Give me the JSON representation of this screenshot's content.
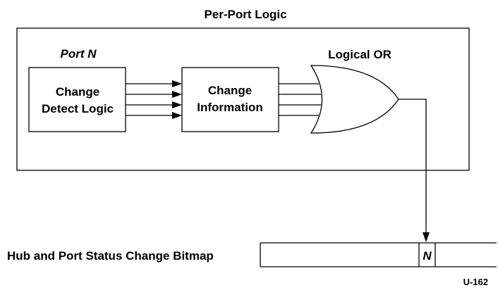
{
  "frame_title": "Per-Port Logic",
  "port_label": "Port N",
  "blocks": {
    "change_detect": {
      "line1": "Change",
      "line2": "Detect Logic"
    },
    "change_info": {
      "line1": "Change",
      "line2": "Information"
    }
  },
  "or_gate_label": "Logical OR",
  "bitmap": {
    "label": "Hub and Port Status Change Bitmap",
    "bit_label": "N"
  },
  "figure_id": "U-162",
  "colors": {
    "line": "#000000",
    "fill": "#ffffff"
  }
}
